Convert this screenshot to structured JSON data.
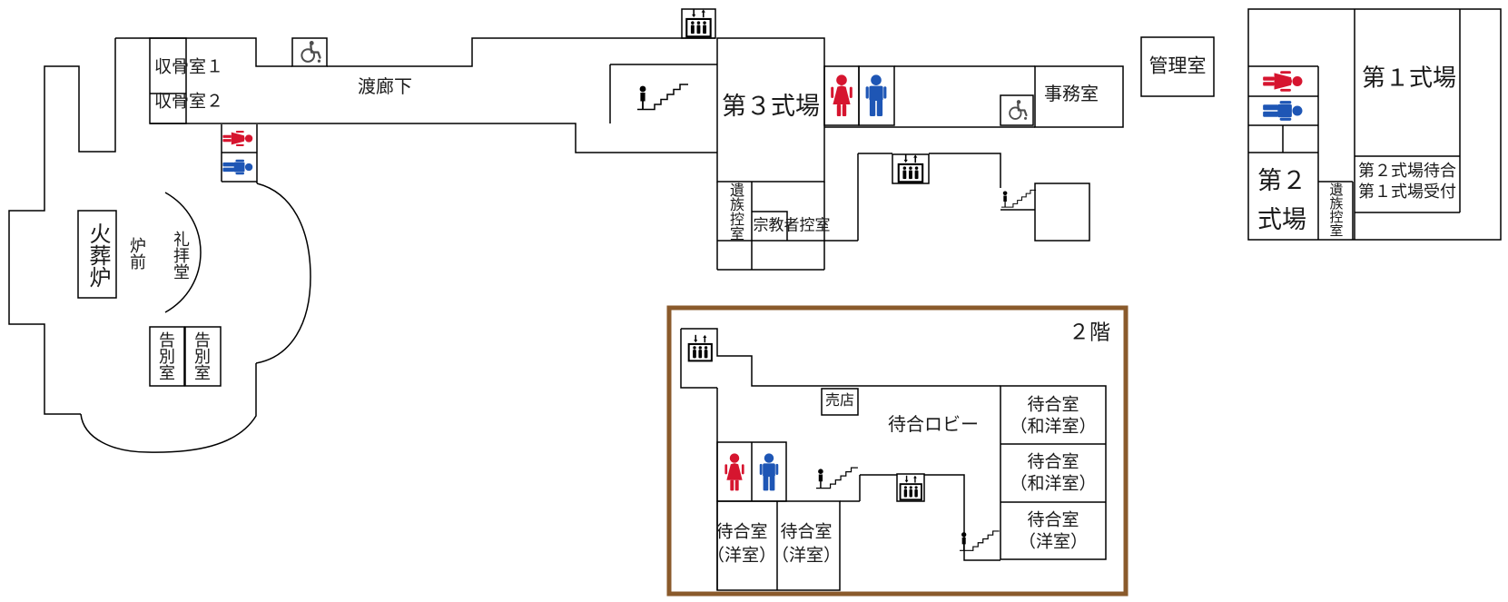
{
  "floor1": {
    "left_wing": {
      "shukotsu1": "収骨室１",
      "shukotsu2": "収骨室２",
      "corridor": "渡廊下",
      "kasoro": "火葬炉",
      "romae": "炉前",
      "reihaido": "礼拝堂",
      "kokubetsu1": "告別室",
      "kokubetsu2": "告別室"
    },
    "center": {
      "hall3": "第３式場",
      "izoku": "遺族控室",
      "shukyosha": "宗教者控室",
      "jimu": "事務室"
    },
    "right_wing": {
      "kanri": "管理室",
      "hall1": "第１式場",
      "hall2a": "第２",
      "hall2b": "式場",
      "izoku2": "遺族控室",
      "hall2wait": "第２式場待合",
      "hall1recep": "第１式場受付"
    }
  },
  "floor2": {
    "title": "２階",
    "baiten": "売店",
    "lobby": "待合ロビー",
    "r1a": "待合室",
    "r1b": "（和洋室）",
    "r2a": "待合室",
    "r2b": "（和洋室）",
    "r3a": "待合室",
    "r3b": "（洋室）",
    "b1a": "待合室",
    "b1b": "（洋室）",
    "b2a": "待合室",
    "b2b": "（洋室）"
  },
  "icons": {
    "female": "female-restroom-pictogram",
    "male": "male-restroom-pictogram",
    "wheelchair": "wheelchair-accessible-pictogram",
    "elevator": "elevator-pictogram",
    "stairs": "stairs-pictogram"
  },
  "colors": {
    "wall": "#000000",
    "female": "#d6152f",
    "male": "#1e56b5",
    "wheelchair": "#4d4d4d",
    "floor2_border": "#8a5a2b",
    "background": "#ffffff"
  }
}
